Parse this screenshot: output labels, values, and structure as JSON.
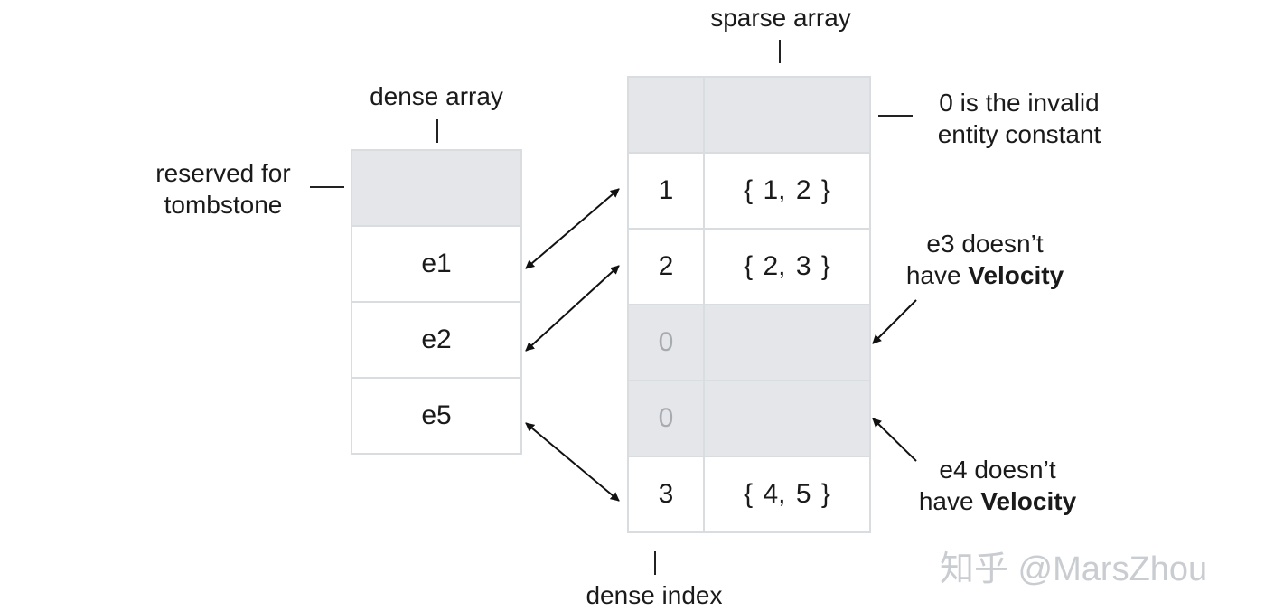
{
  "labels": {
    "sparse_array": "sparse array",
    "dense_array": "dense array",
    "reserved_line1": "reserved for",
    "reserved_line2": "tombstone",
    "invalid_line1": "0 is the invalid",
    "invalid_line2": "entity constant",
    "e3_line1": "e3 doesn’t",
    "e3_line2_prefix": "have ",
    "e3_line2_bold": "Velocity",
    "e4_line1": "e4 doesn’t",
    "e4_line2_prefix": "have ",
    "e4_line2_bold": "Velocity",
    "dense_index": "dense index"
  },
  "dense_array": [
    "",
    "e1",
    "e2",
    "e5"
  ],
  "sparse_array": [
    {
      "index": "",
      "value": ""
    },
    {
      "index": "1",
      "value": "{ 1, 2  }"
    },
    {
      "index": "2",
      "value": "{ 2, 3 }"
    },
    {
      "index": "0",
      "value": ""
    },
    {
      "index": "0",
      "value": ""
    },
    {
      "index": "3",
      "value": "{ 4, 5 }"
    }
  ],
  "watermark": "知乎 @MarsZhou",
  "colors": {
    "empty_cell": "#e4e6e9",
    "cell_border": "#dadde0",
    "dim_text": "#a7abb0",
    "watermark": "#c9ccd0"
  }
}
